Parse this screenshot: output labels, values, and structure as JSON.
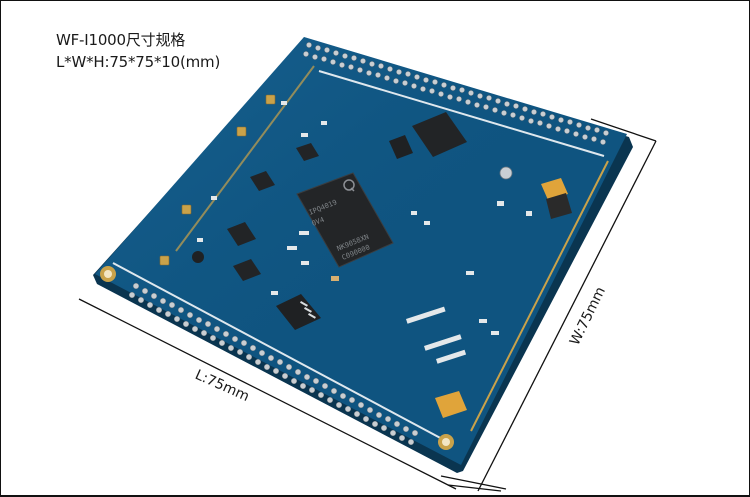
{
  "header": {
    "title": "WF-I1000尺寸规格",
    "dimensions": "L*W*H:75*75*10(mm)"
  },
  "annotations": {
    "length_label": "L:75mm",
    "width_label": "W:75mm"
  },
  "board": {
    "soc_chip": {
      "logo": "Q",
      "lines": [
        "IPQ4019",
        "0V4",
        "NK9058XN",
        "C090000"
      ]
    },
    "colors": {
      "pcb": "#0f4f7a",
      "pcb_edge": "#0a3a5a",
      "chip": "#2a2a2a",
      "gold": "#d4a44a",
      "silkscreen": "#e8eef2"
    }
  }
}
